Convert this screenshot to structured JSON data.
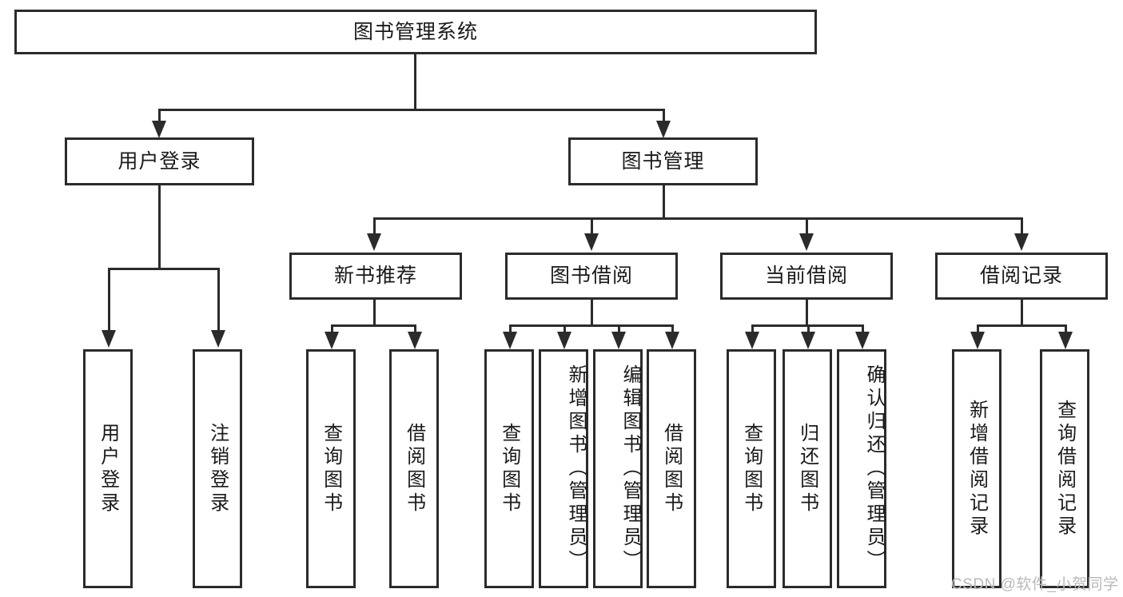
{
  "diagram": {
    "title": "图书管理系统",
    "type": "hierarchy-tree",
    "watermark": "CSDN @软件_小贺同学",
    "colors": {
      "stroke": "#2b2b2b",
      "fill": "#ffffff",
      "text": "#1a1a1a",
      "watermark": "#b9b9b9"
    },
    "root": {
      "label": "图书管理系统"
    },
    "level1": [
      {
        "id": "user-login",
        "label": "用户登录"
      },
      {
        "id": "book-manage",
        "label": "图书管理"
      }
    ],
    "level2": [
      {
        "id": "new-book-rec",
        "label": "新书推荐"
      },
      {
        "id": "book-borrow",
        "label": "图书借阅"
      },
      {
        "id": "current-borrow",
        "label": "当前借阅"
      },
      {
        "id": "borrow-record",
        "label": "借阅记录"
      }
    ],
    "leaves": {
      "user_login": [
        {
          "id": "leaf-user-login",
          "label": "用户登录"
        },
        {
          "id": "leaf-logout",
          "label": "注销登录"
        }
      ],
      "new_book_rec": [
        {
          "id": "leaf-query-book-1",
          "label": "查询图书"
        },
        {
          "id": "leaf-borrow-book-1",
          "label": "借阅图书"
        }
      ],
      "book_borrow": [
        {
          "id": "leaf-query-book-2",
          "label": "查询图书"
        },
        {
          "id": "leaf-add-book",
          "label": "新增图书（管理员）"
        },
        {
          "id": "leaf-edit-book",
          "label": "编辑图书（管理员）"
        },
        {
          "id": "leaf-borrow-book-2",
          "label": "借阅图书"
        }
      ],
      "current_borrow": [
        {
          "id": "leaf-query-book-3",
          "label": "查询图书"
        },
        {
          "id": "leaf-return-book",
          "label": "归还图书"
        },
        {
          "id": "leaf-confirm-return",
          "label": "确认归还（管理员）"
        }
      ],
      "borrow_record": [
        {
          "id": "leaf-add-record",
          "label": "新增借阅记录"
        },
        {
          "id": "leaf-query-record",
          "label": "查询借阅记录"
        }
      ]
    }
  }
}
